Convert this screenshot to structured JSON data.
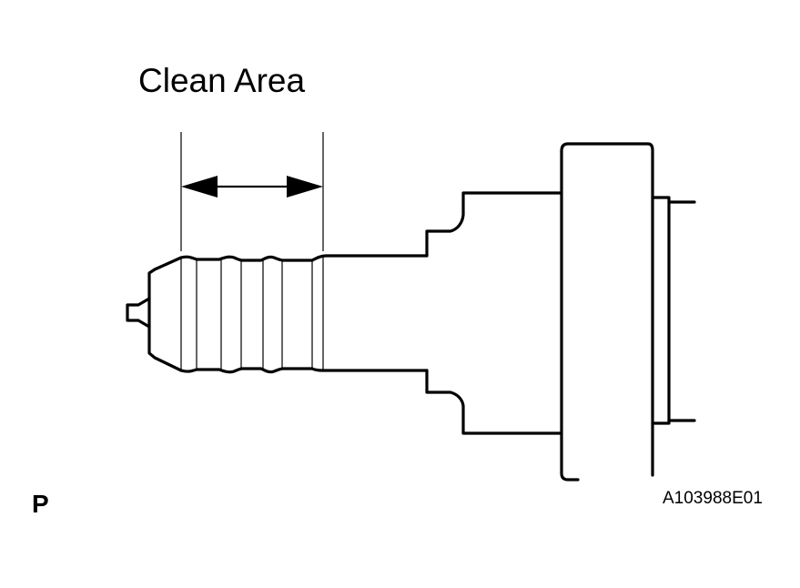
{
  "labels": {
    "clean_area": "Clean Area",
    "corner_mark": "P",
    "figure_code": "A103988E01"
  },
  "colors": {
    "line": "#000000",
    "background": "#ffffff"
  }
}
